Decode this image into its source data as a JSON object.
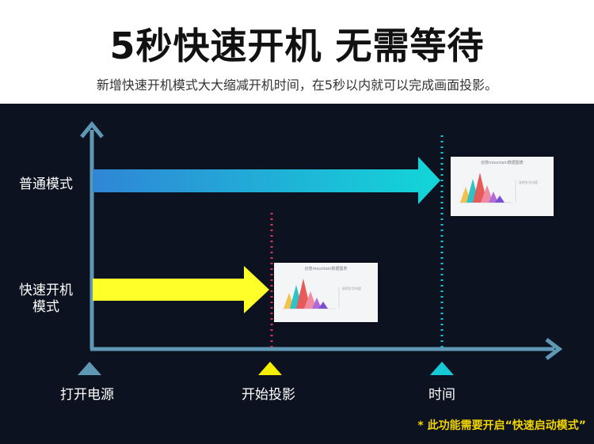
{
  "header": {
    "headline": "5秒快速开机 无需等待",
    "subline": "新增快速开机模式大大缩减开机时间，在5秒以内就可以完成画面投影。"
  },
  "rows": {
    "normal_mode": "普通模式",
    "fast_mode_line1": "快速开机",
    "fast_mode_line2": "模式"
  },
  "milestones": {
    "power_on": "打开电源",
    "start_projection": "开始投影",
    "time": "时间"
  },
  "cards": {
    "title": "创意mountain数据图表",
    "side_text": "说明文字内容"
  },
  "note": "* 此功能需要开启“快速启动模式”",
  "colors": {
    "panel_bg": "#0d1220",
    "axis": "#5f98b4",
    "normal_arrow_start": "#2f86d6",
    "normal_arrow_end": "#12d6d8",
    "fast_arrow": "#ffff2a",
    "power_marker": "#5f98b4",
    "projection_marker": "#f5f000",
    "time_marker": "#16c9d6",
    "fast_guide": "#d8395a",
    "normal_guide": "#16c9d6",
    "note": "#f2d500"
  }
}
